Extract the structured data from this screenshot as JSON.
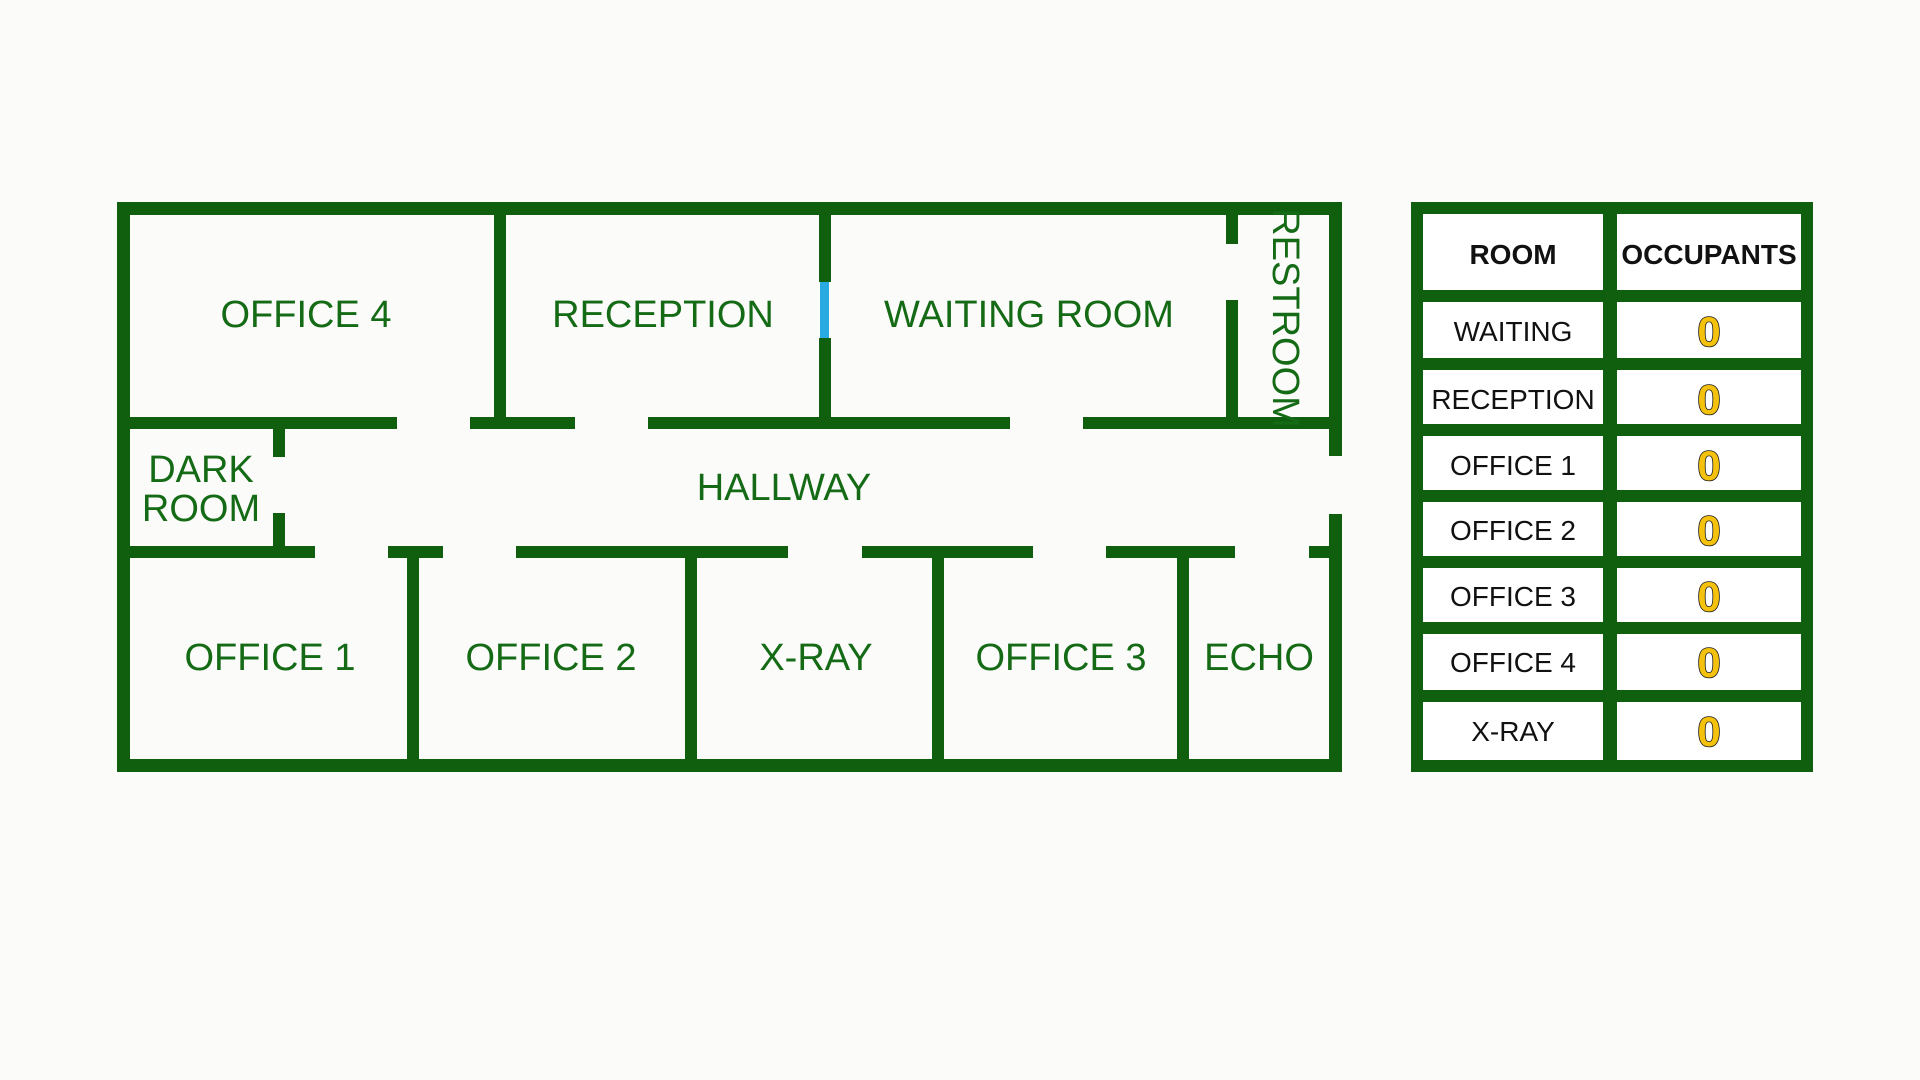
{
  "floor_plan": {
    "rooms": {
      "office_4": "OFFICE 4",
      "reception": "RECEPTION",
      "waiting_room": "WAITING ROOM",
      "restroom": "RESTROOM",
      "dark_room_line1": "DARK",
      "dark_room_line2": "ROOM",
      "hallway": "HALLWAY",
      "office_1": "OFFICE 1",
      "office_2": "OFFICE 2",
      "x_ray": "X-RAY",
      "office_3": "OFFICE 3",
      "echo": "ECHO"
    },
    "wall_color": "#0f5f0f",
    "door_color": "#29abe2"
  },
  "occupancy_table": {
    "header": {
      "room": "ROOM",
      "occupants": "OCCUPANTS"
    },
    "rows": [
      {
        "room": "WAITING",
        "occupants": "0"
      },
      {
        "room": "RECEPTION",
        "occupants": "0"
      },
      {
        "room": "OFFICE 1",
        "occupants": "0"
      },
      {
        "room": "OFFICE 2",
        "occupants": "0"
      },
      {
        "room": "OFFICE 3",
        "occupants": "0"
      },
      {
        "room": "OFFICE 4",
        "occupants": "0"
      },
      {
        "room": "X-RAY",
        "occupants": "0"
      }
    ],
    "count_color": "#f4c20d"
  }
}
